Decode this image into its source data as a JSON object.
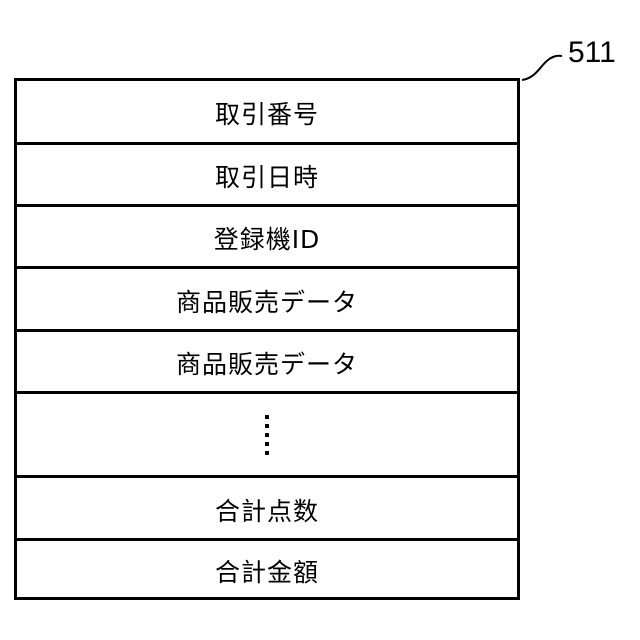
{
  "reference_numeral": "511",
  "fields": [
    {
      "label": "取引番号"
    },
    {
      "label": "取引日時"
    },
    {
      "label": "登録機ID"
    },
    {
      "label": "商品販売データ"
    },
    {
      "label": "商品販売データ"
    },
    {
      "label": ""
    },
    {
      "label": "合計点数"
    },
    {
      "label": "合計金額"
    }
  ],
  "ellipsis_row_index": 5,
  "line_color": "#000000"
}
